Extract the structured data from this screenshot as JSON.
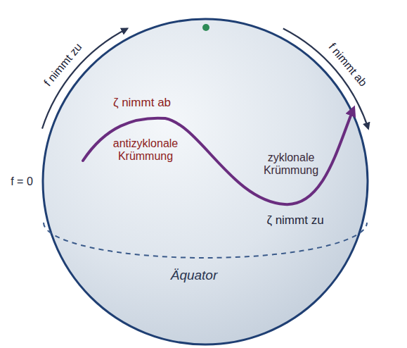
{
  "diagram": {
    "labels": [
      "f nimmt zu",
      "f nimmt ab",
      "ζ nimmt ab",
      "f = 0",
      "antizyklonale Krümmung",
      "zyklonale Krümmung",
      "ζ nimmt zu",
      "Äquator"
    ]
  }
}
